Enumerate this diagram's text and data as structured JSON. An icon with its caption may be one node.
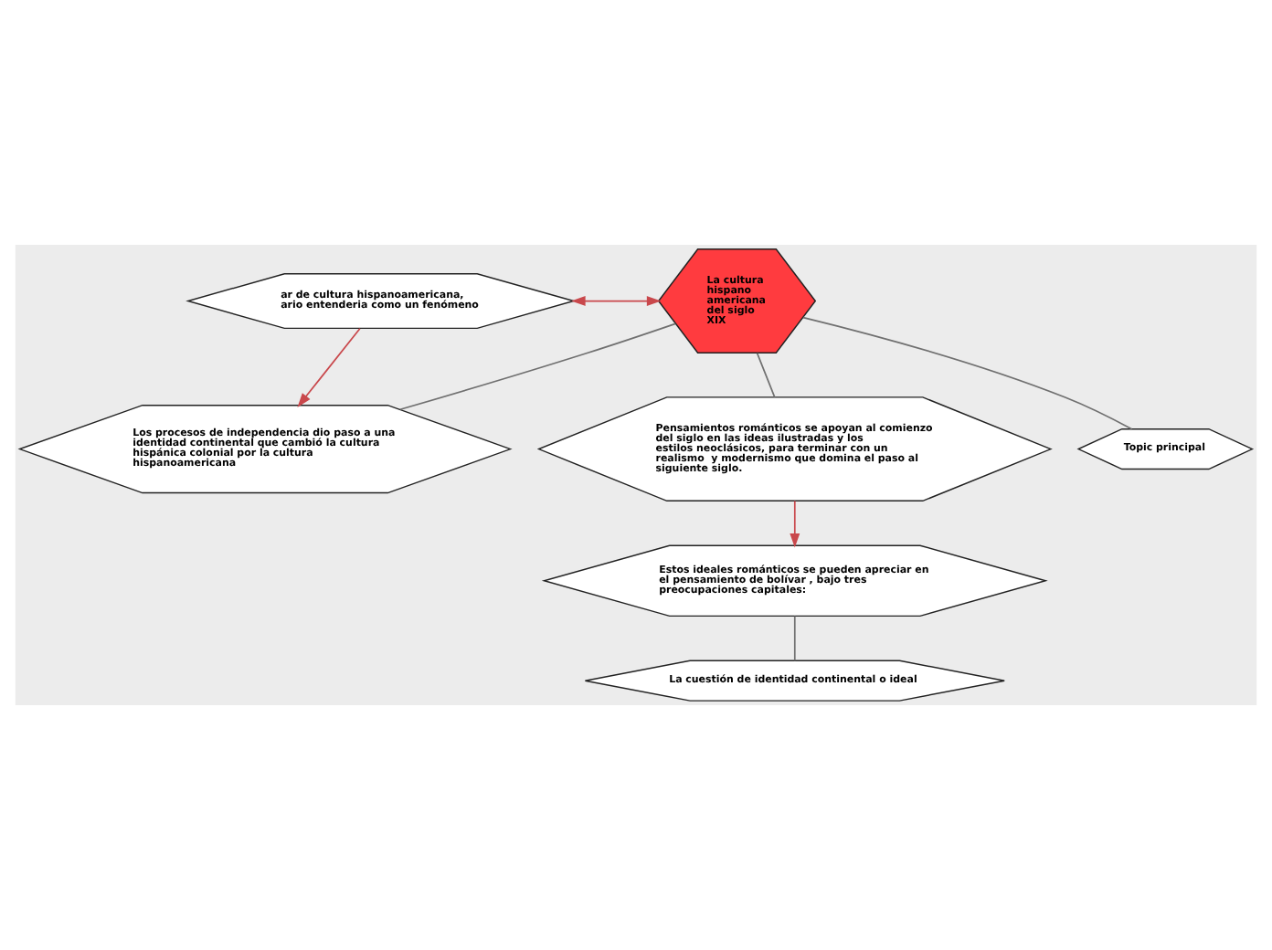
{
  "diagram": {
    "nodes": [
      {
        "text": [
          "La cultura hispano americana del siglo XIX"
        ]
      },
      {
        "text": [
          "ar de cultura hispanoamericana, ario entenderia como un fenómeno"
        ]
      },
      {
        "text": [
          "Los procesos de independencia dio paso a una identidad continental que cambió la cultura hispánica colonial por la cultura hispanoamericana"
        ]
      },
      {
        "text": [
          "Pensamientos románticos se apoyan al comienzo del siglo en las ideas ilustradas y los estilos neoclásicos, para terminar con un realismo  y modernismo que domina el paso al siguiente siglo."
        ]
      },
      {
        "text": [
          "Topic principal"
        ]
      },
      {
        "text": [
          "Estos ideales románticos se pueden apreciar en el pensamiento de bolívar , bajo tres preocupaciones capitales:"
        ]
      },
      {
        "text": [
          "La cuestión de identidad continental o ideal"
        ]
      }
    ],
    "edges": [
      {
        "from": 1,
        "to": 0,
        "arrow": "both",
        "color": "#c9484c"
      },
      {
        "from": 0,
        "to": 2,
        "arrow": "none"
      },
      {
        "from": 0,
        "to": 3,
        "arrow": "none"
      },
      {
        "from": 0,
        "to": 4,
        "arrow": "none"
      },
      {
        "from": 1,
        "to": 2,
        "arrow": "to",
        "color": "#c9484c"
      },
      {
        "from": 3,
        "to": 5,
        "arrow": "to",
        "color": "#c9484c"
      },
      {
        "from": 5,
        "to": 6,
        "arrow": "none"
      }
    ]
  }
}
